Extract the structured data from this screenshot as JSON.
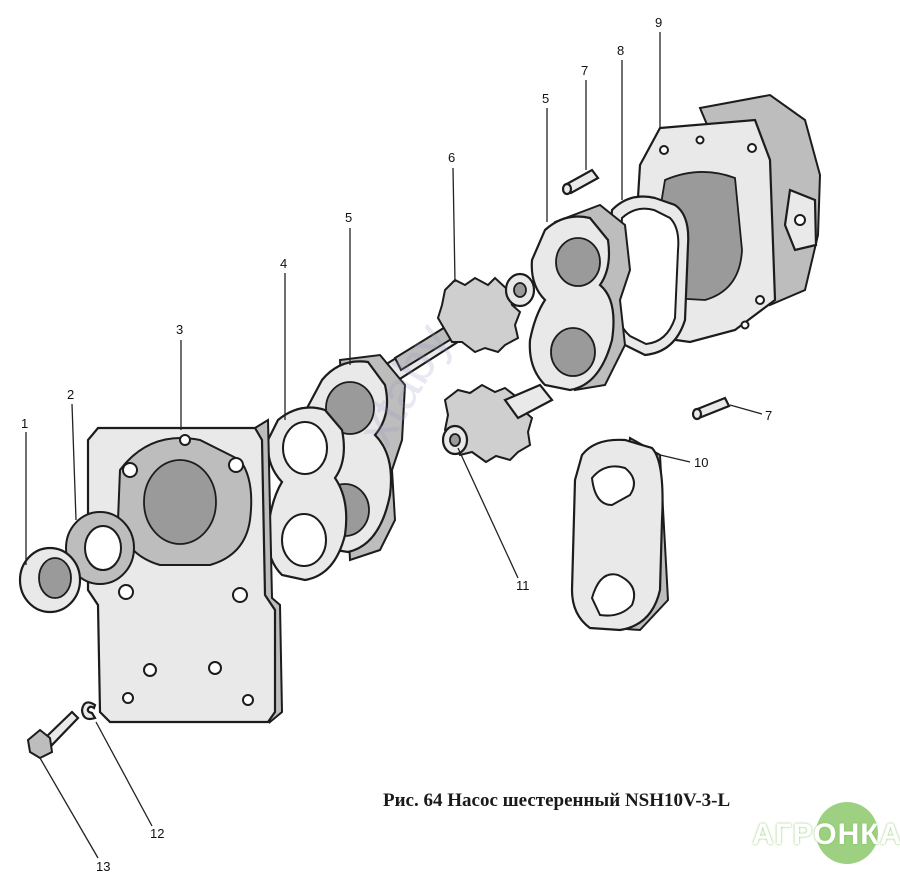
{
  "caption": "Рис. 64  Насос шестеренный NSH10V-3-L",
  "watermark": "xtaby",
  "logo": "АГРОНКА",
  "colors": {
    "line": "#1c1c1c",
    "logo_green": "#8cc96b",
    "paper": "#ffffff"
  },
  "parts": [
    {
      "id": "1",
      "label": "1"
    },
    {
      "id": "2",
      "label": "2"
    },
    {
      "id": "3",
      "label": "3"
    },
    {
      "id": "4",
      "label": "4"
    },
    {
      "id": "5a",
      "label": "5"
    },
    {
      "id": "6",
      "label": "6"
    },
    {
      "id": "5b",
      "label": "5"
    },
    {
      "id": "7a",
      "label": "7"
    },
    {
      "id": "8",
      "label": "8"
    },
    {
      "id": "9",
      "label": "9"
    },
    {
      "id": "7b",
      "label": "7"
    },
    {
      "id": "10",
      "label": "10"
    },
    {
      "id": "11",
      "label": "11"
    },
    {
      "id": "12",
      "label": "12"
    },
    {
      "id": "13",
      "label": "13"
    }
  ]
}
